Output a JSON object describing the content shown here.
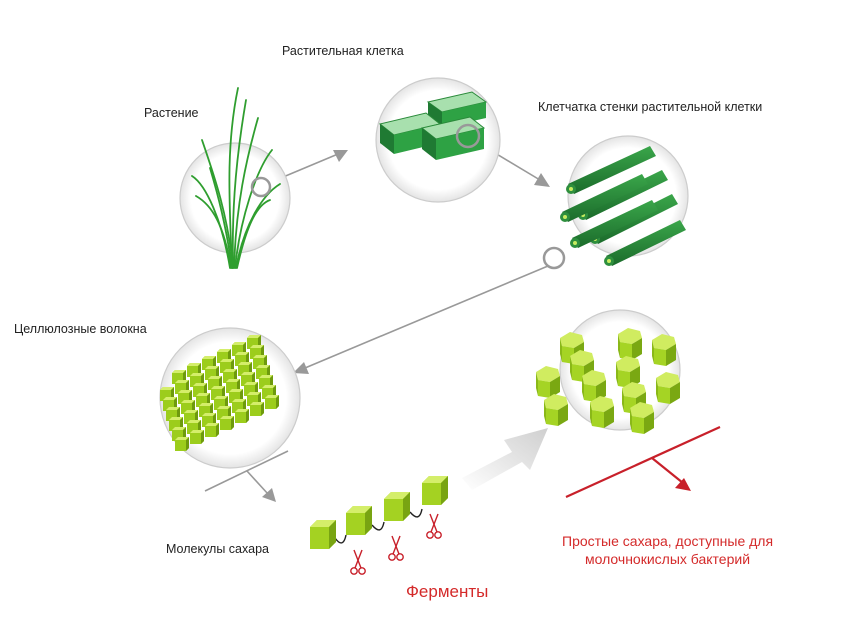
{
  "labels": {
    "plant": "Растение",
    "plant_cell": "Растительная клетка",
    "cell_wall_fiber": "Клетчатка стенки растительной клетки",
    "cellulose_fibers": "Целлюлозные волокна",
    "sugar_molecules": "Молекулы сахара",
    "enzymes": "Ферменты",
    "simple_sugars_line1": "Простые сахара, доступные для",
    "simple_sugars_line2": "молочнокислых бактерий"
  },
  "colors": {
    "green_light": "#b5dc2a",
    "green_mid": "#8fbf14",
    "green_dark": "#5e8a0a",
    "leaf_green": "#2f9e2f",
    "accent_red": "#c8202a",
    "arrow_gray": "#999999"
  },
  "icons": [
    "grass-icon",
    "plant-cell-icon",
    "fiber-bundle-icon",
    "cellulose-grid-icon",
    "sugar-blocks-icon",
    "scissors-icon"
  ]
}
